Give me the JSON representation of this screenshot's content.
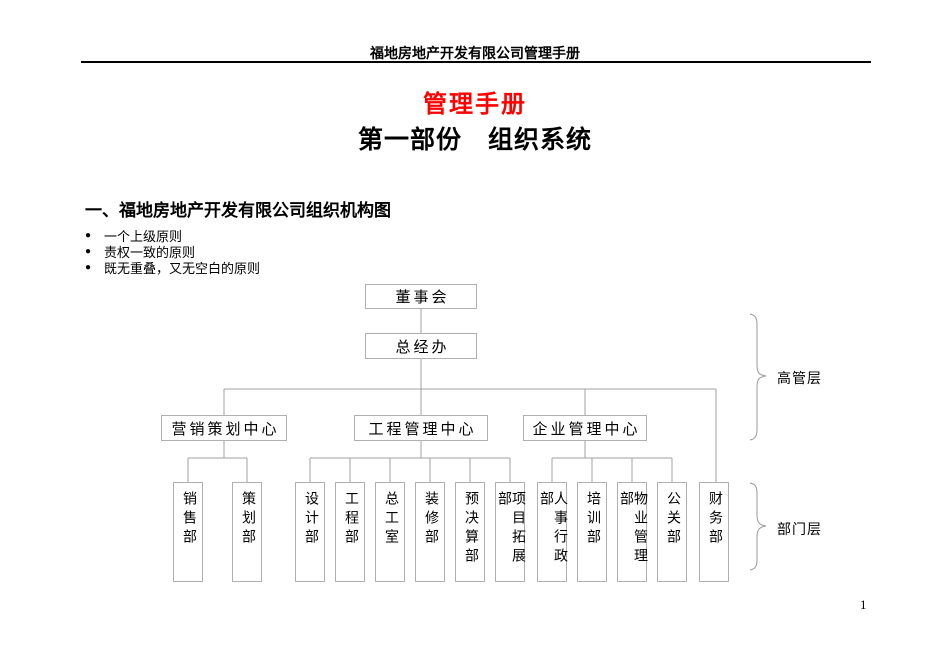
{
  "document": {
    "header": "福地房地产开发有限公司管理手册",
    "title": "管理手册",
    "subtitle": "第一部份　组织系统",
    "section_heading": "一、福地房地产开发有限公司组织机构图",
    "bullet_char": "●",
    "principles": [
      "一个上级原则",
      "责权一致的原则",
      "既无重叠，又无空白的原则"
    ],
    "page_number": "1"
  },
  "org_chart": {
    "board": "董事会",
    "gm_office": "总经办",
    "centers": [
      {
        "label": "营销策划中心"
      },
      {
        "label": "工程管理中心"
      },
      {
        "label": "企业管理中心"
      }
    ],
    "departments": [
      {
        "label": "销售部"
      },
      {
        "label": "策划部"
      },
      {
        "label": "设计部"
      },
      {
        "label": "工程部"
      },
      {
        "label": "总工室"
      },
      {
        "label": "装修部"
      },
      {
        "label": "预决算部"
      },
      {
        "label": "项目拓展部"
      },
      {
        "label": "人事行政部"
      },
      {
        "label": "培训部"
      },
      {
        "label": "物业管理部"
      },
      {
        "label": "公关部"
      },
      {
        "label": "财务部"
      }
    ],
    "layer_labels": [
      {
        "label": "高管层"
      },
      {
        "label": "部门层"
      }
    ]
  },
  "colors": {
    "title_red": "#ff0000",
    "box_border": "#b0b0b0",
    "connector_gray": "#a0a0a0",
    "text": "#000000"
  }
}
